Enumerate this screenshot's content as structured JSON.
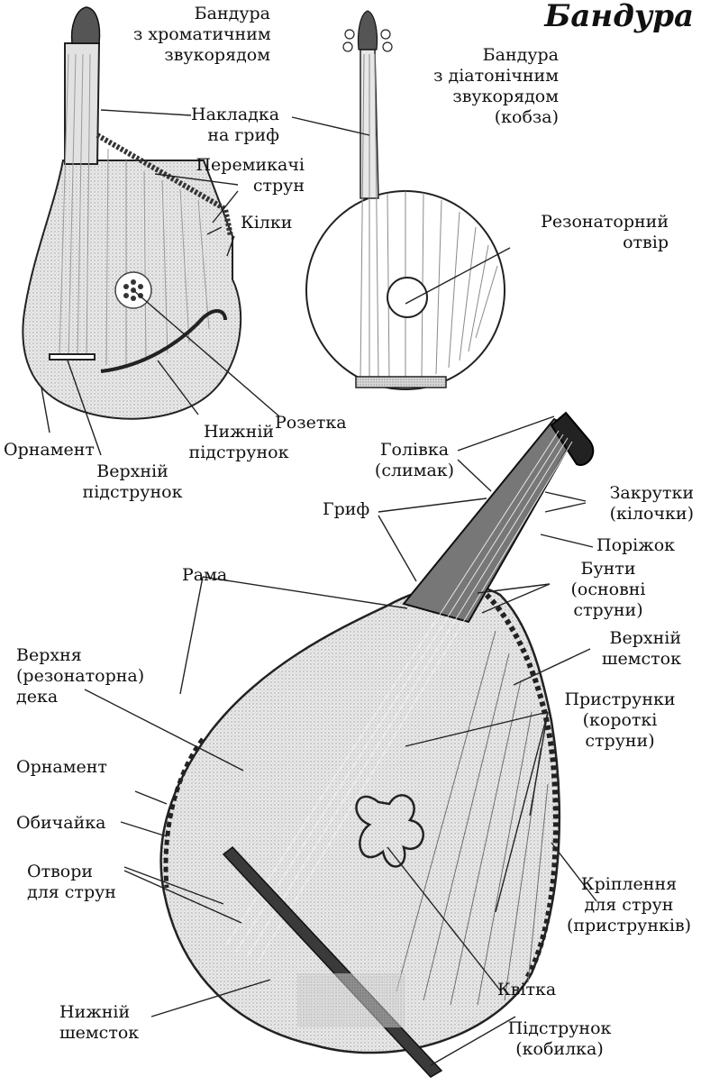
{
  "title": "Бандура",
  "instruments": {
    "chromatic": "Бандура\nз хроматичним\nзвукорядом",
    "diatonic": "Бандура\nз діатонічним\nзвукорядом\n(кобза)"
  },
  "labels": {
    "fret_overlay": "Накладка\nна гриф",
    "string_switches": "Перемикачі\nструн",
    "pegs_top": "Кілки",
    "sound_hole": "Резонаторний\nотвір",
    "rosette": "Розетка",
    "ornament_top": "Орнамент",
    "lower_bridge_top": "Нижній\nпідструнок",
    "upper_bridge_top": "Верхній\nпідструнок",
    "head": "Голівка\n(слимак)",
    "tuning_pegs": "Закрутки\n(кілочки)",
    "nut": "Поріжок",
    "neck": "Гриф",
    "frame": "Рама",
    "bass_strings": "Бунти\n(основні\nструни)",
    "upper_shemstok": "Верхній\nшемсток",
    "top_soundboard": "Верхня\n(резонаторна)\nдека",
    "treble_strings": "Приструнки\n(короткі\nструни)",
    "ornament_bottom": "Орнамент",
    "side": "Обичайка",
    "string_holes": "Отвори\nдля струн",
    "string_fastening": "Кріплення\nдля струн\n(приструнків)",
    "lower_shemstok": "Нижній\nшемсток",
    "flower": "Квітка",
    "bridge": "Підструнок\n(кобилка)"
  }
}
